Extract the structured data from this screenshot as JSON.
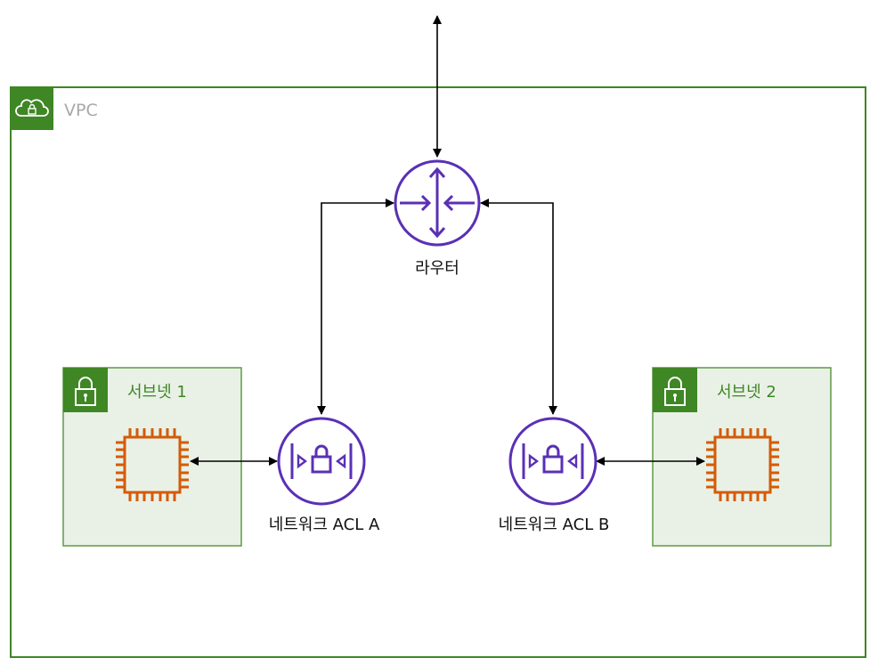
{
  "vpc": {
    "label": "VPC",
    "icon": "cloud-lock-icon",
    "border_color": "#3f8624"
  },
  "router": {
    "label": "라우터",
    "icon": "router-icon",
    "color": "#5a30b5"
  },
  "subnets": [
    {
      "label": "서브넷 1",
      "icon": "padlock-icon",
      "chip_icon": "ec2-instance-chip-icon"
    },
    {
      "label": "서브넷 2",
      "icon": "padlock-icon",
      "chip_icon": "ec2-instance-chip-icon"
    }
  ],
  "acls": [
    {
      "label": "네트워크 ACL A",
      "icon": "network-acl-icon"
    },
    {
      "label": "네트워크 ACL B",
      "icon": "network-acl-icon"
    }
  ],
  "colors": {
    "vpc_green": "#3f8624",
    "subnet_fill": "#e9f1e6",
    "subnet_border": "#5e9a45",
    "vpc_label": "#a8a8a8",
    "subnet_label": "#3f8624",
    "purple": "#5a30b5",
    "orange": "#d45b07",
    "arrow": "#000000"
  }
}
